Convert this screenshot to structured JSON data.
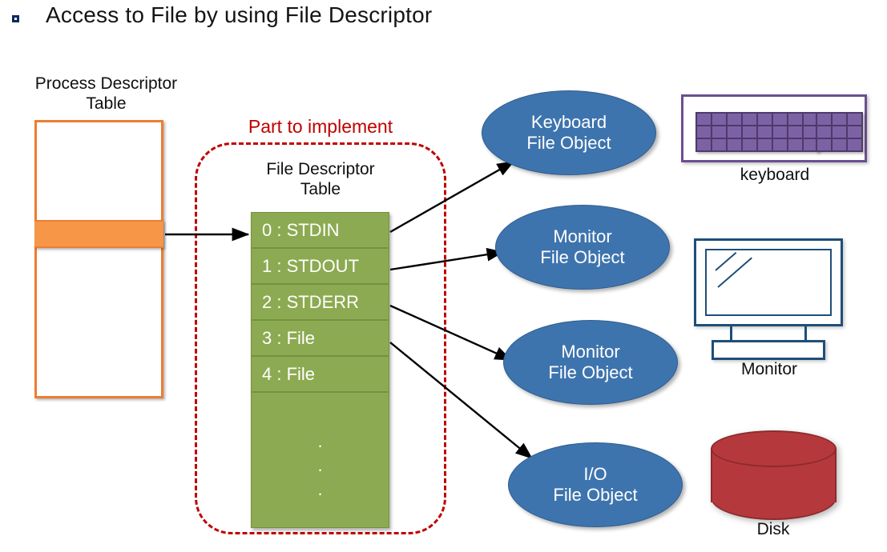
{
  "header": {
    "bullet": "square-bullet-icon",
    "title": "Access to File by using File Descriptor"
  },
  "process_descriptor_table": {
    "title": "Process Descriptor\nTable",
    "border_color": "#ED7D31",
    "highlight_color": "#F79646",
    "highlight_label": ""
  },
  "implement_region": {
    "label": "Part to implement",
    "color": "#C00000",
    "border_style": "dashed-rounded"
  },
  "file_descriptor_table": {
    "title": "File Descriptor\nTable",
    "fill_color": "#8CAA51",
    "text_color": "#FFFFFF",
    "rows": [
      {
        "label": "0 : STDIN"
      },
      {
        "label": "1 : STDOUT"
      },
      {
        "label": "2 : STDERR"
      },
      {
        "label": "3 : File"
      },
      {
        "label": "4 : File"
      }
    ],
    "continuation_dots": [
      ".",
      ".",
      "."
    ]
  },
  "file_objects": [
    {
      "name": "keyboard-file-object",
      "label": "Keyboard\nFile Object"
    },
    {
      "name": "monitor-file-object-1",
      "label": "Monitor\nFile Object"
    },
    {
      "name": "monitor-file-object-2",
      "label": "Monitor\nFile Object"
    },
    {
      "name": "io-file-object",
      "label": "I/O\nFile Object"
    }
  ],
  "devices": [
    {
      "name": "keyboard-device",
      "caption": "keyboard",
      "color": "#7C62A5"
    },
    {
      "name": "monitor-device",
      "caption": "Monitor",
      "color": "#1F4E79"
    },
    {
      "name": "disk-device",
      "caption": "Disk",
      "color": "#B5393C"
    }
  ],
  "colors": {
    "orange": "#ED7D31",
    "orange_fill": "#F79646",
    "green": "#8CAA51",
    "blue": "#3E74AE",
    "red": "#C00000",
    "purple": "#7C62A5",
    "navy": "#1F4E79",
    "dark_red": "#B5393C"
  }
}
